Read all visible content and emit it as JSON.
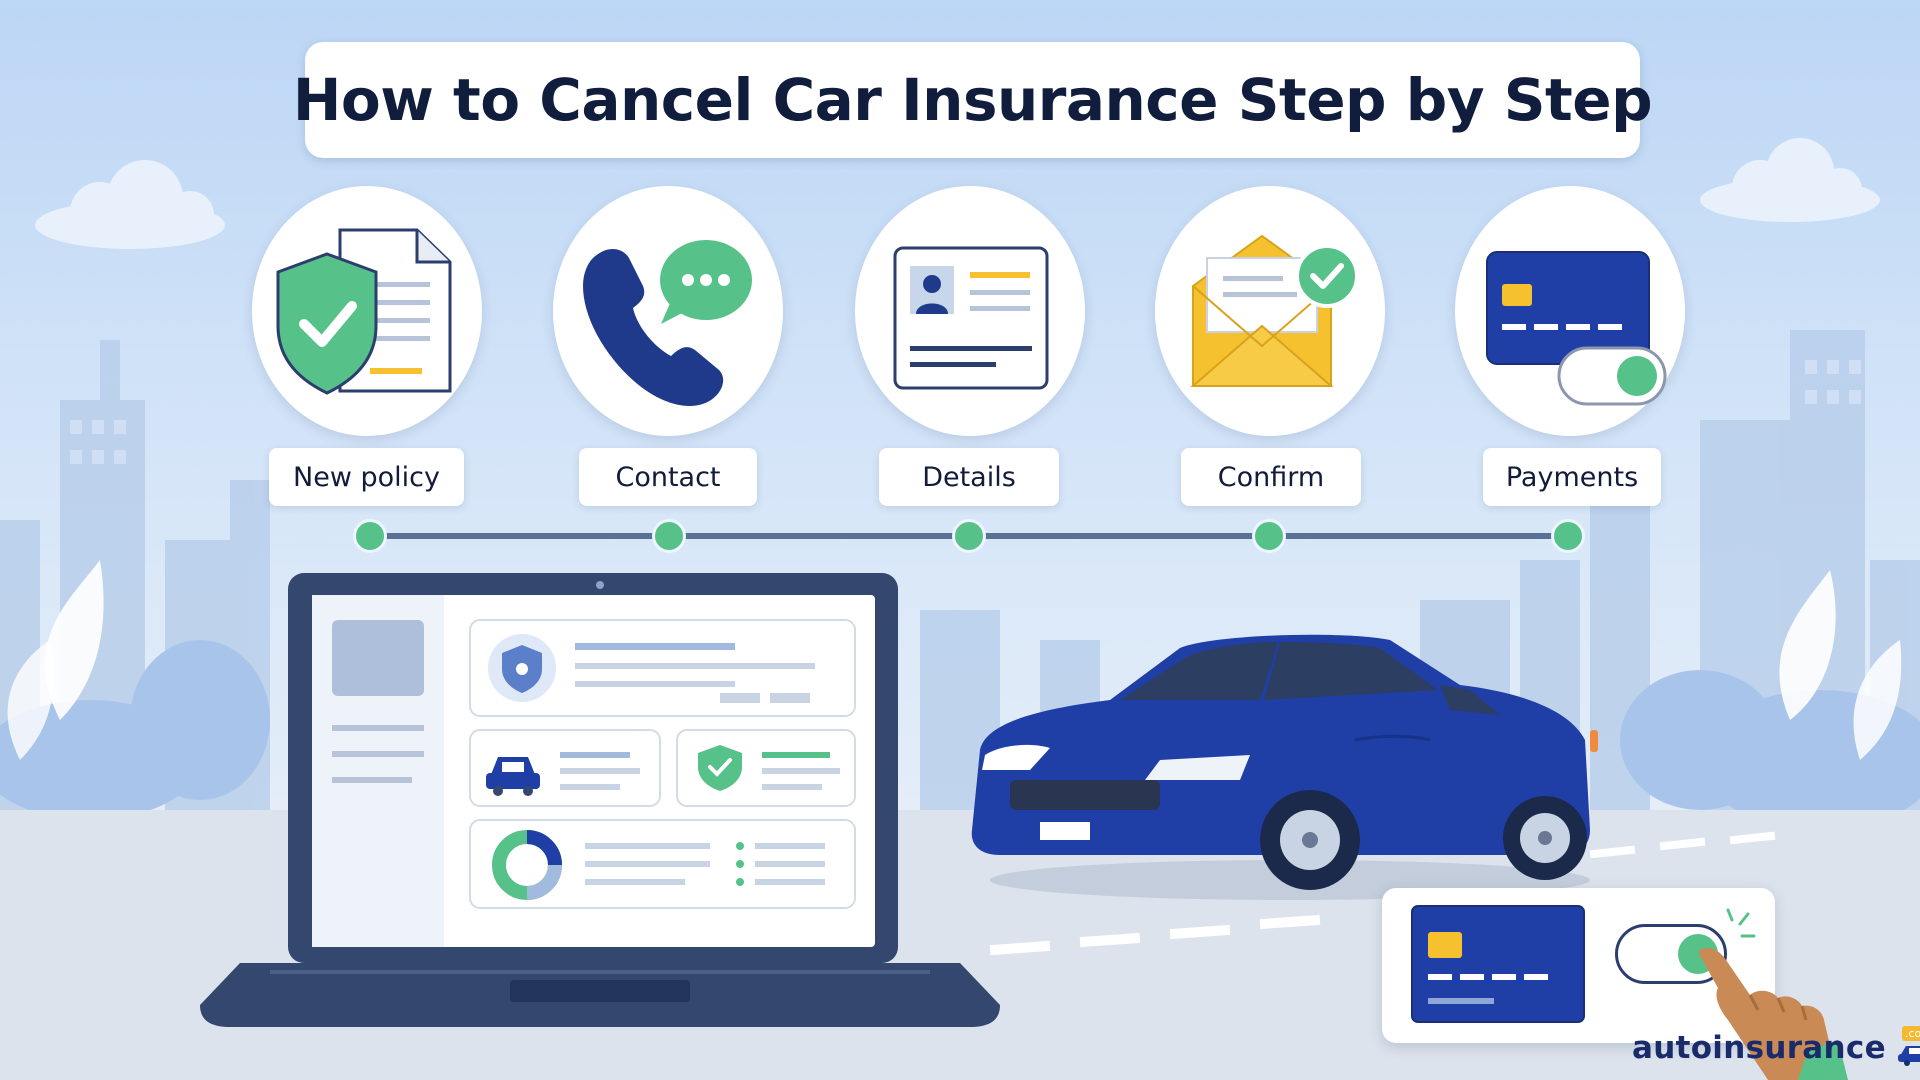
{
  "title": "How to Cancel Car Insurance Step by Step",
  "steps": [
    {
      "label": "New policy",
      "icon": "shield-document-icon"
    },
    {
      "label": "Contact",
      "icon": "phone-chat-icon"
    },
    {
      "label": "Details",
      "icon": "id-card-icon"
    },
    {
      "label": "Confirm",
      "icon": "email-check-icon"
    },
    {
      "label": "Payments",
      "icon": "credit-card-toggle-icon"
    }
  ],
  "brand": {
    "name": "autoinsurance",
    "tld": ".com"
  },
  "colors": {
    "navy": "#1f3a8a",
    "green": "#56c189",
    "yellow": "#f5c12e",
    "car_blue": "#1f3fa6",
    "title_text": "#111d3d"
  }
}
